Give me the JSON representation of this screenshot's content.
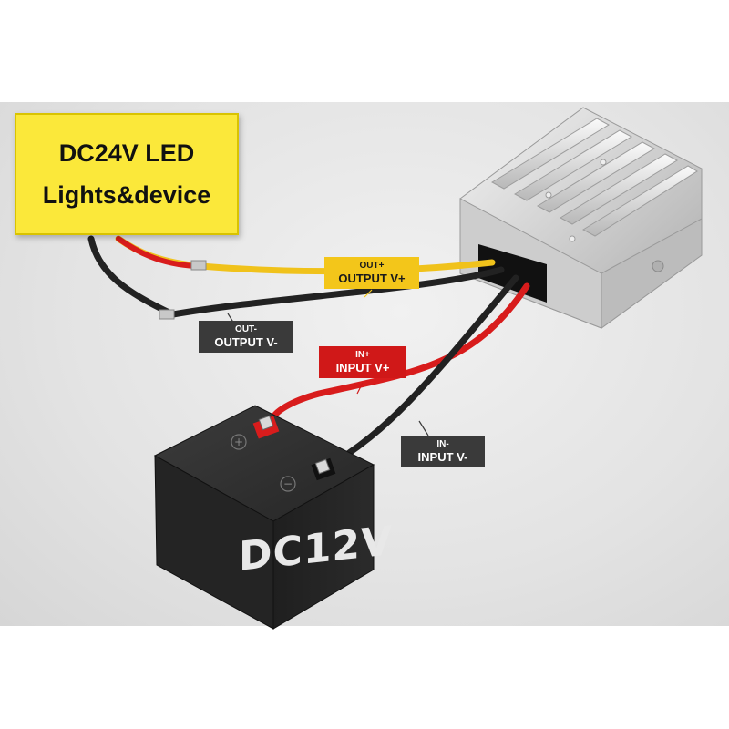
{
  "device_label": {
    "line1": "DC24V LED",
    "line2": "Lights&device"
  },
  "tags": {
    "out_pos": {
      "short": "OUT+",
      "long": "OUTPUT V+"
    },
    "out_neg": {
      "short": "OUT-",
      "long": "OUTPUT V-"
    },
    "in_pos": {
      "short": "IN+",
      "long": "INPUT V+"
    },
    "in_neg": {
      "short": "IN-",
      "long": "INPUT V-"
    }
  },
  "battery": {
    "label": "DC12V",
    "plus_symbol": "+",
    "minus_symbol": "−"
  },
  "colors": {
    "label_yellow": "#fbe83a",
    "wire_red": "#d81c1c",
    "wire_yellow": "#f0c21b",
    "wire_black": "#222222",
    "tag_red": "#d01818",
    "tag_dark": "#3a3a3a",
    "tag_yellow": "#f3c61a"
  }
}
